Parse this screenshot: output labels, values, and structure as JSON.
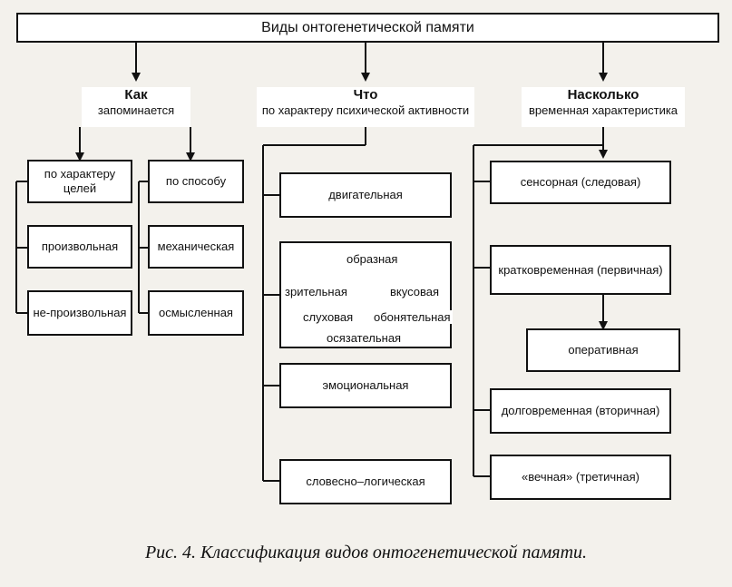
{
  "title": "Виды онтогенетической памяти",
  "how": {
    "title": "Как",
    "subtitle": "запоминается"
  },
  "what": {
    "title": "Что",
    "subtitle": "по характеру психической активности"
  },
  "howlong": {
    "title": "Насколько",
    "subtitle": "временная характеристика"
  },
  "how_goals": {
    "label": "по характеру целей",
    "items": [
      "произвольная",
      "не-произвольная"
    ]
  },
  "how_method": {
    "label": "по способу",
    "items": [
      "механическая",
      "осмысленная"
    ]
  },
  "activity_types": {
    "motor": "двигательная",
    "figurative": "образная",
    "figurative_subtypes": {
      "visual": "зрительная",
      "taste": "вкусовая",
      "auditory": "слуховая",
      "olfactory": "обонятельная",
      "tactile": "осязательная"
    },
    "emotional": "эмоциональная",
    "verbal": "словесно–логическая"
  },
  "time_types": [
    "сенсорная (следовая)",
    "кратковременная (первичная)",
    "оперативная",
    "долговременная (вторичная)",
    "«вечная» (третичная)"
  ],
  "caption": "Рис. 4. Классификация видов онтогенетической памяти."
}
